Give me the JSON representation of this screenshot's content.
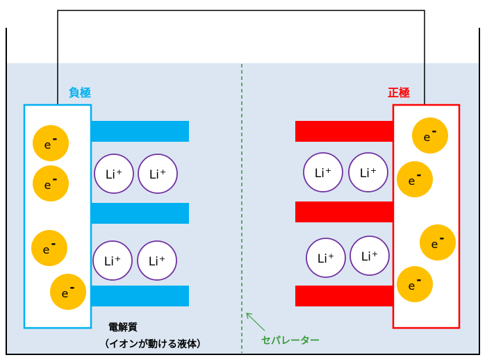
{
  "labels": {
    "negative_electrode": "負極",
    "positive_electrode": "正極",
    "separator": "セパレーター",
    "electrolyte_line1": "電解質",
    "electrolyte_line2": "（イオンが動ける液体）"
  },
  "particles": {
    "electron": {
      "base": "e",
      "sup": "-"
    },
    "lithium_ion": {
      "base": "Li",
      "sup": "+"
    }
  },
  "colors": {
    "electrolyte": "#dbe6f2",
    "negative": "#00b0f0",
    "positive": "#ff0000",
    "electron_fill": "#ffc000",
    "ion_border": "#7030a0",
    "separator": "#3a9a3a",
    "wire": "#000000"
  }
}
